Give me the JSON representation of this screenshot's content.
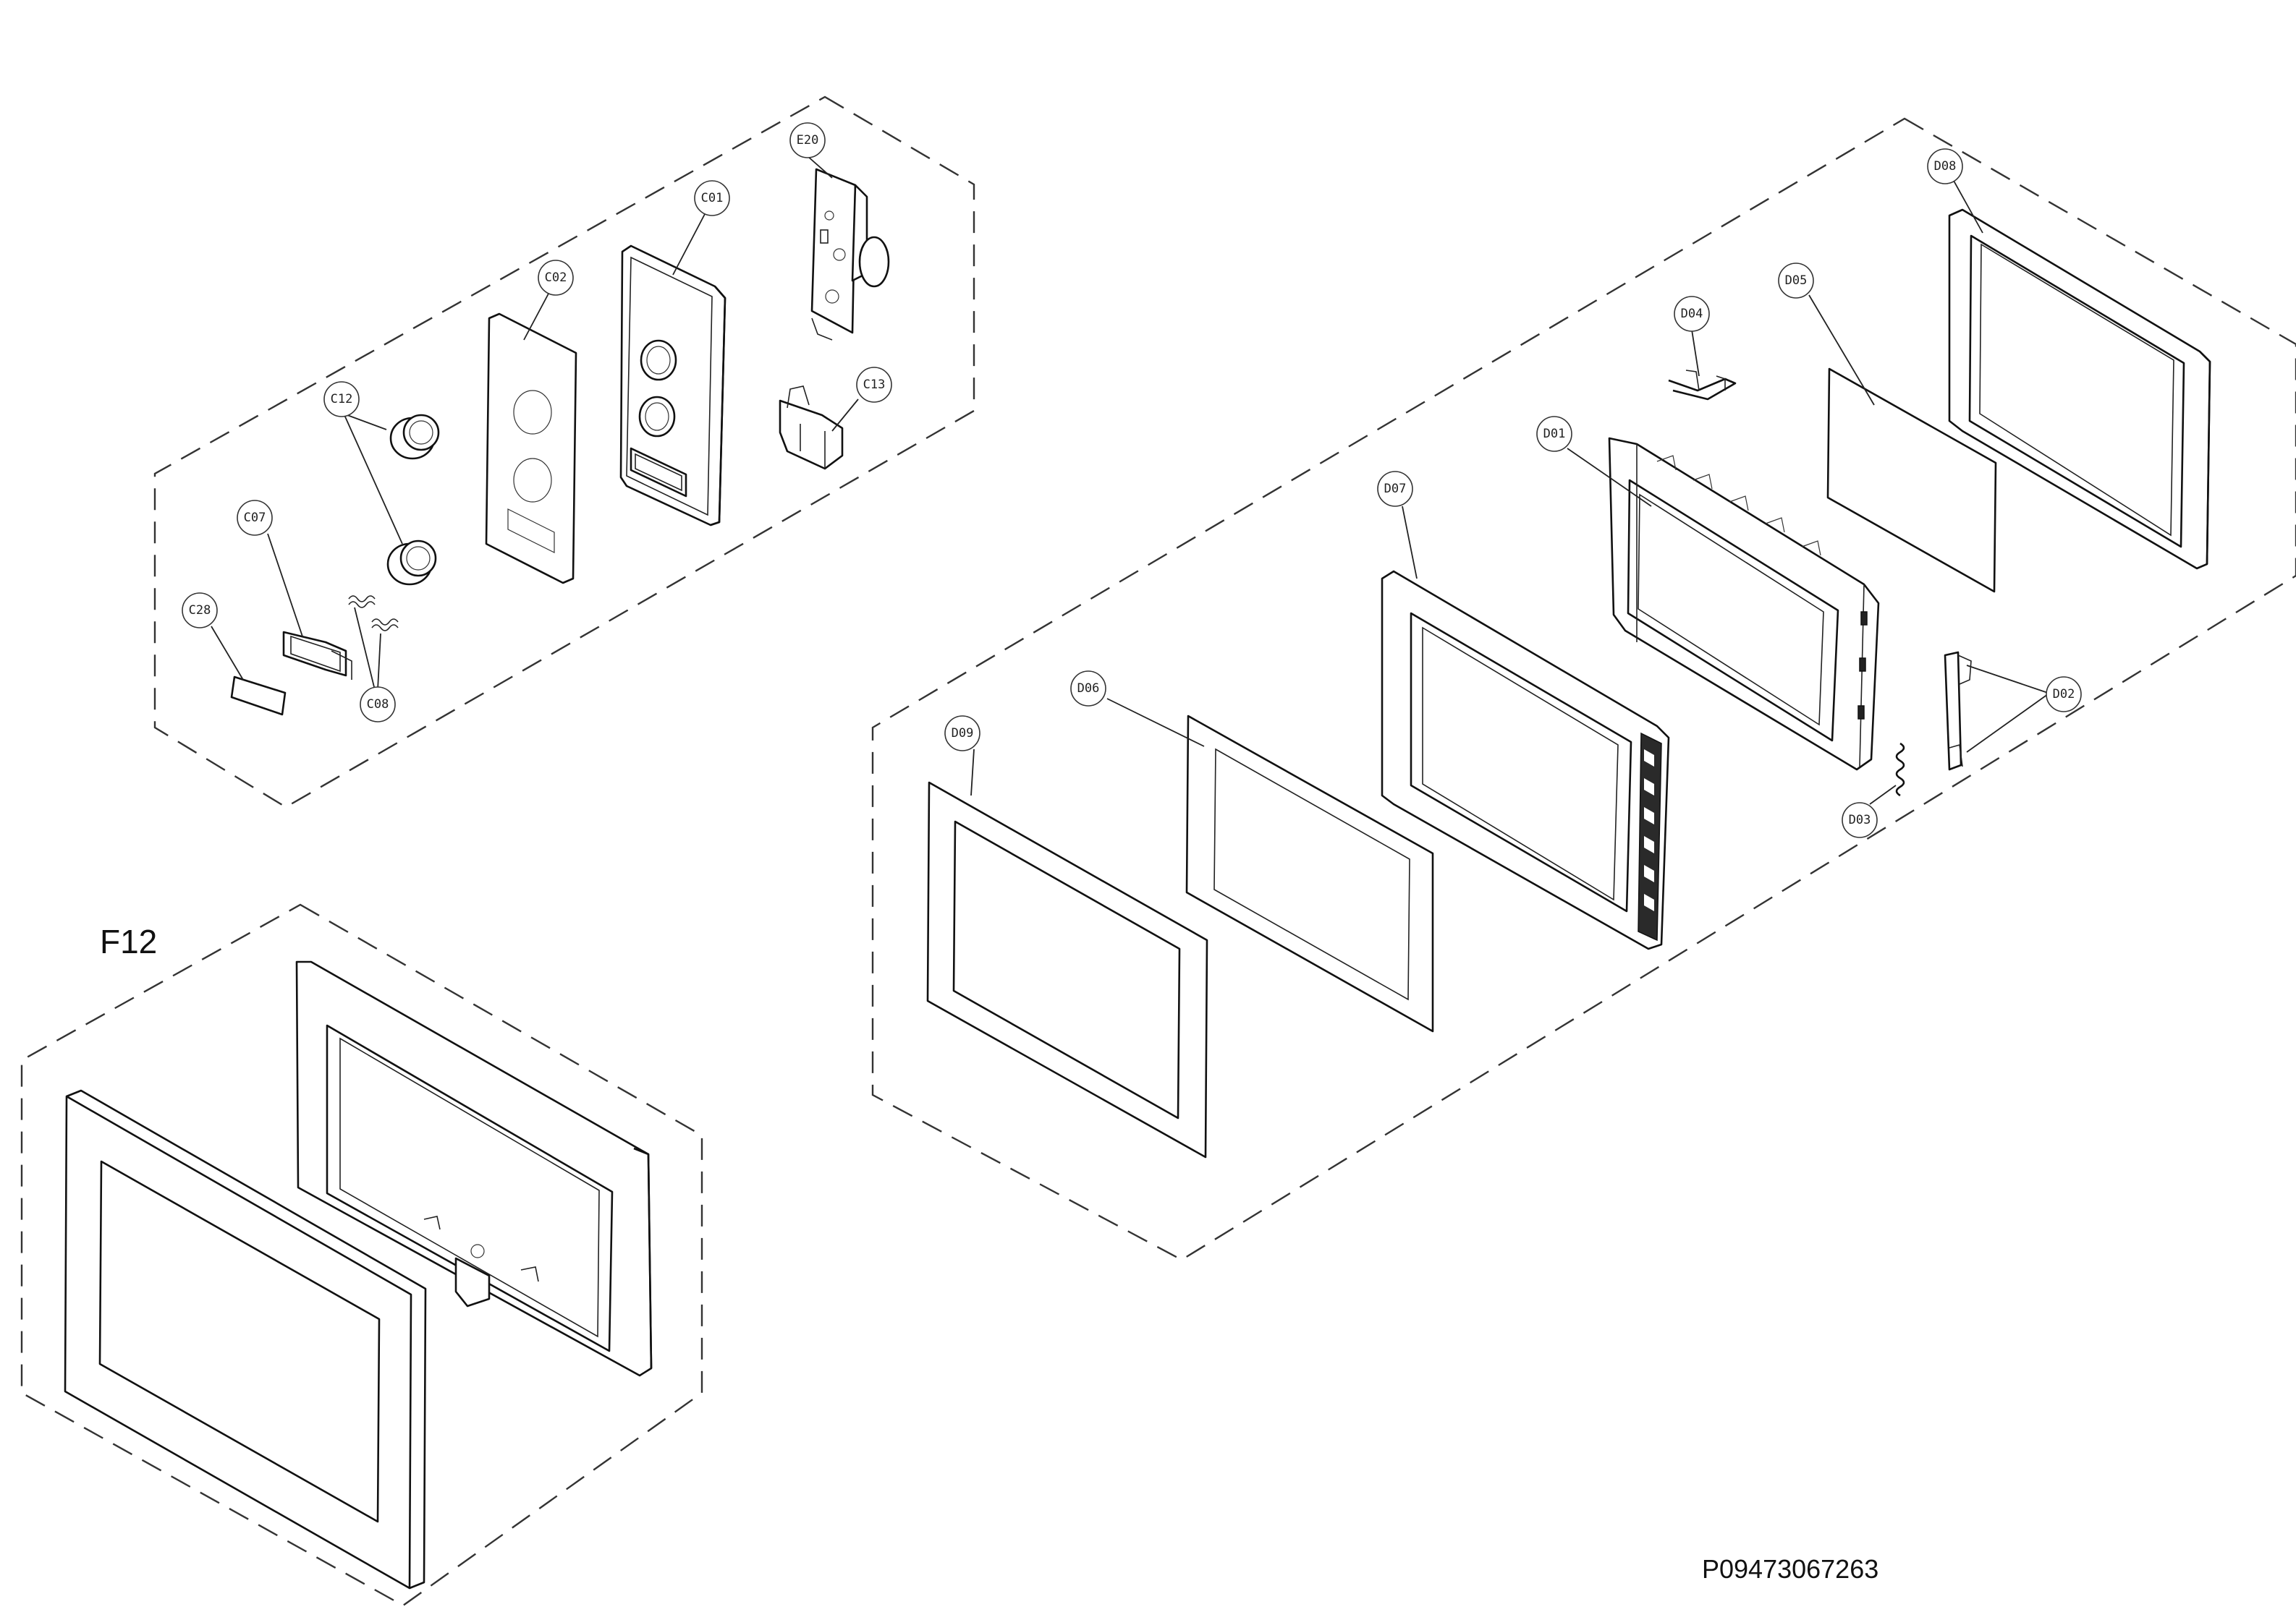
{
  "group_label": "F12",
  "drawing_code": "P09473067263",
  "callouts": [
    "E20",
    "C01",
    "C02",
    "C12",
    "C13",
    "C07",
    "C28",
    "C08",
    "D08",
    "D04",
    "D05",
    "D01",
    "D07",
    "D06",
    "D09",
    "D02",
    "D03"
  ]
}
